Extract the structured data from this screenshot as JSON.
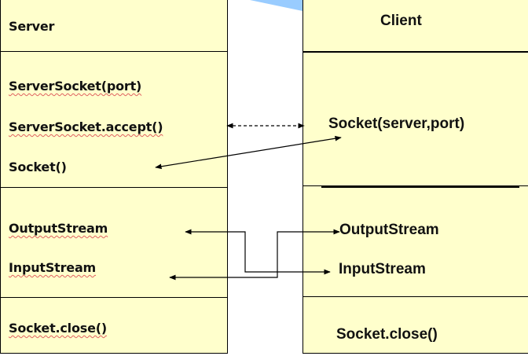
{
  "server": {
    "title": "Server",
    "items": [
      "ServerSocket(port)",
      "ServerSocket.accept()",
      "Socket()",
      "OutputStream",
      "InputStream",
      "Socket.close()"
    ]
  },
  "client": {
    "title": "Client",
    "items": [
      "Socket(server,port)",
      "OutputStream",
      "InputStream",
      "Socket.close()"
    ]
  },
  "colors": {
    "box_fill": "#ffffcc",
    "accent_wedge": "#99ccff",
    "line": "#000000"
  },
  "connections": [
    {
      "from": "ServerSocket.accept()",
      "to": "Socket(server,port)",
      "style": "dashed",
      "arrows": "both"
    },
    {
      "from": "Socket(server,port)",
      "to": "Socket()",
      "style": "solid",
      "arrows": "both"
    },
    {
      "from": "OutputStream (server)",
      "to": "InputStream (client)",
      "style": "solid-elbow"
    },
    {
      "from": "InputStream (server)",
      "to": "OutputStream (client)",
      "style": "solid-elbow"
    }
  ]
}
